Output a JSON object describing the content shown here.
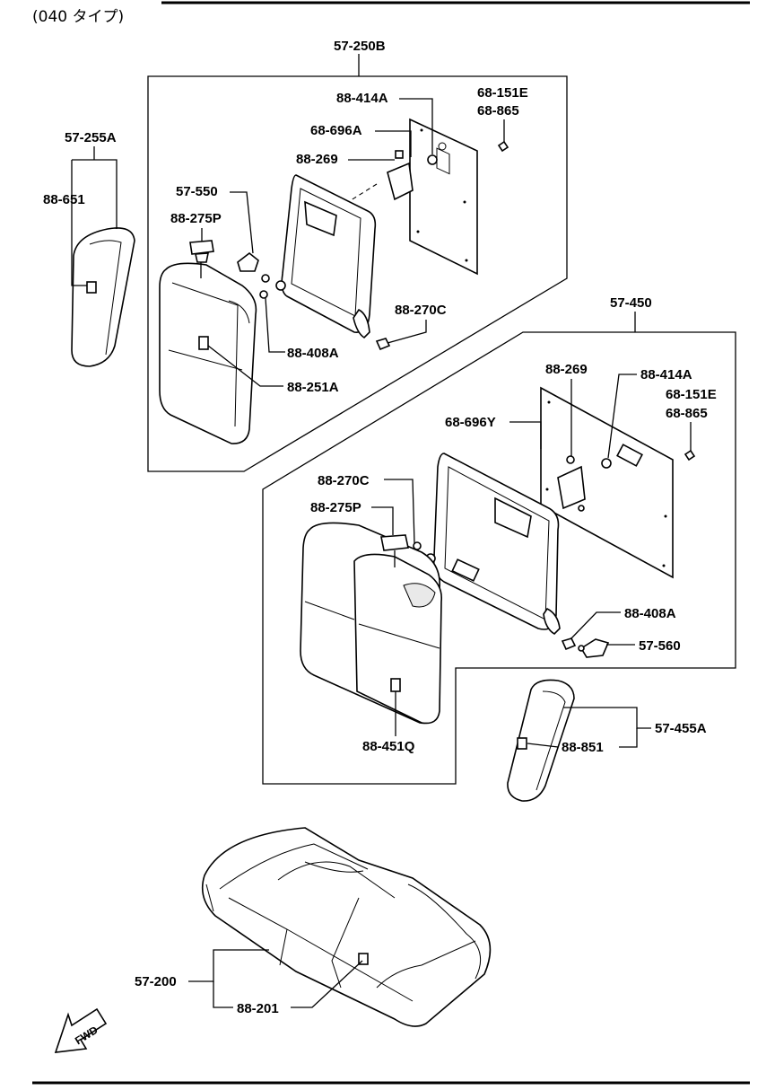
{
  "header": {
    "title": "(040 タイプ)"
  },
  "fwd_label": "FWD",
  "labels": {
    "assy_upper": "57-250B",
    "assy_lower": "57-450",
    "a_88_414A": "88-414A",
    "a_68_151E": "68-151E",
    "a_68_865": "68-865",
    "a_68_696A": "68-696A",
    "a_88_269": "88-269",
    "a_57_255A": "57-255A",
    "a_88_651": "88-651",
    "a_57_550": "57-550",
    "a_88_275P": "88-275P",
    "a_88_270C": "88-270C",
    "a_88_408A": "88-408A",
    "a_88_251A": "88-251A",
    "b_88_269": "88-269",
    "b_88_414A": "88-414A",
    "b_68_151E": "68-151E",
    "b_68_865": "68-865",
    "b_68_696Y": "68-696Y",
    "b_88_270C": "88-270C",
    "b_88_275P": "88-275P",
    "b_88_408A": "88-408A",
    "b_57_560": "57-560",
    "b_57_455A": "57-455A",
    "b_88_851": "88-851",
    "b_88_451Q": "88-451Q",
    "c_57_200": "57-200",
    "c_88_201": "88-201"
  }
}
